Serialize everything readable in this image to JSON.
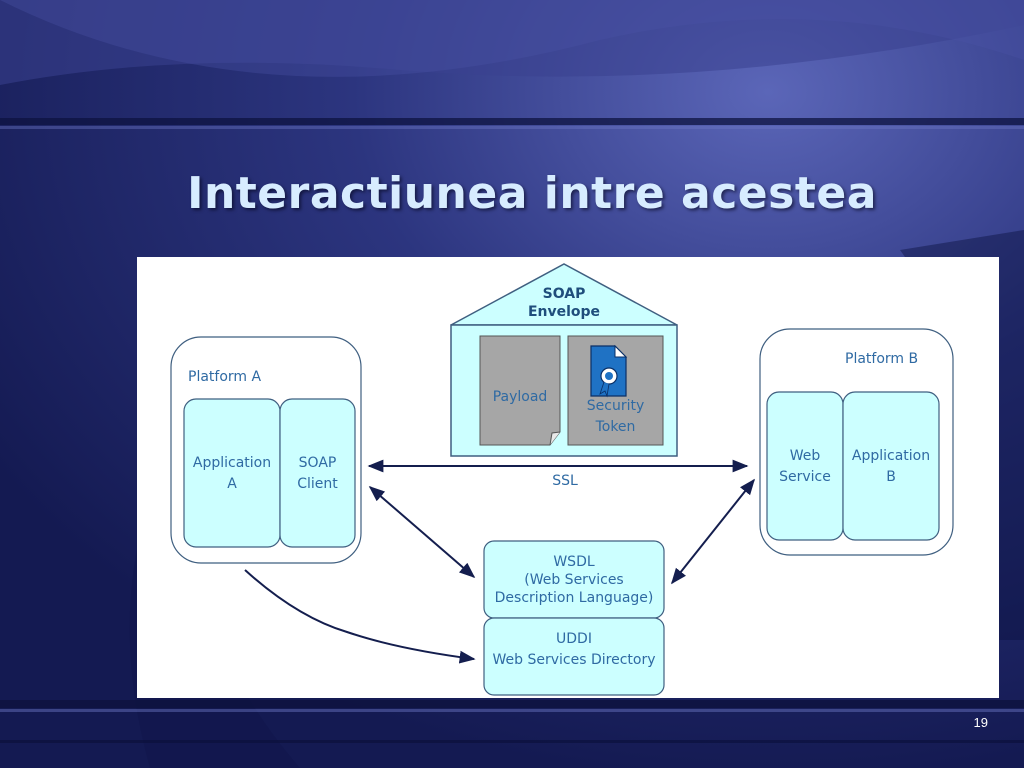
{
  "slide": {
    "title": "Interactiunea intre acestea",
    "page_number": "19"
  },
  "diagram": {
    "soap_envelope": {
      "line1": "SOAP",
      "line2": "Envelope"
    },
    "payload": "Payload",
    "security_token": {
      "line1": "Security",
      "line2": "Token"
    },
    "platform_a": {
      "label": "Platform A",
      "application": {
        "line1": "Application",
        "line2": "A"
      },
      "soap_client": {
        "line1": "SOAP",
        "line2": "Client"
      }
    },
    "platform_b": {
      "label": "Platform B",
      "web_service": {
        "line1": "Web",
        "line2": "Service"
      },
      "application": {
        "line1": "Application",
        "line2": "B"
      }
    },
    "ssl_label": "SSL",
    "wsdl": {
      "line1": "WSDL",
      "line2": "(Web Services",
      "line3": "Description Language)"
    },
    "uddi": {
      "line1": "UDDI",
      "line2": "Web Services Directory"
    }
  },
  "colors": {
    "box_fill": "#ccffff",
    "box_stroke": "#3f5f80",
    "arrow": "#141e4e",
    "doc_fill": "#a6a6a6",
    "label_text": "#2f6aa3"
  }
}
